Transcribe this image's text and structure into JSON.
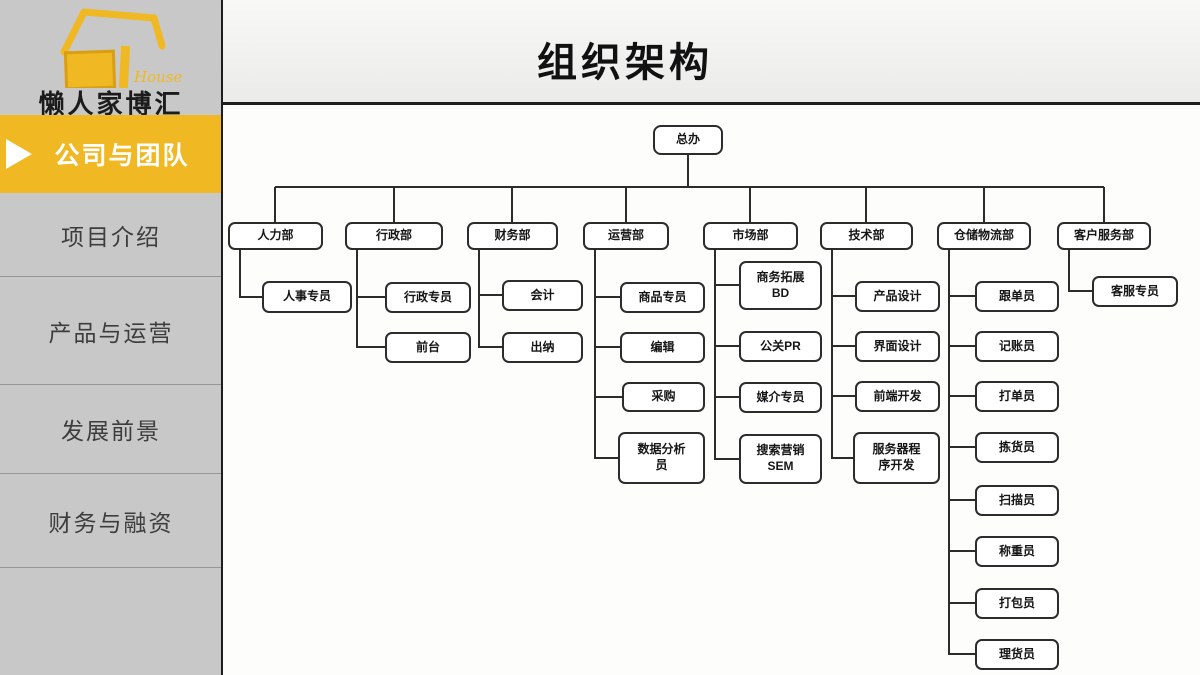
{
  "sidebar": {
    "brand": {
      "name": "懒人家博汇",
      "tagline": "House"
    },
    "active": "公司与团队",
    "items": [
      "项目介绍",
      "产品与运营",
      "发展前景",
      "财务与融资"
    ]
  },
  "header": {
    "title": "组织架构"
  },
  "org": {
    "root": "总办",
    "departments": [
      {
        "name": "人力部",
        "children": [
          "人事专员"
        ]
      },
      {
        "name": "行政部",
        "children": [
          "行政专员",
          "前台"
        ]
      },
      {
        "name": "财务部",
        "children": [
          "会计",
          "出纳"
        ]
      },
      {
        "name": "运营部",
        "children": [
          "商品专员",
          "编辑",
          "采购",
          "数据分析\n员"
        ]
      },
      {
        "name": "市场部",
        "children": [
          "商务拓展\nBD",
          "公关PR",
          "媒介专员",
          "搜索营销\nSEM"
        ]
      },
      {
        "name": "技术部",
        "children": [
          "产品设计",
          "界面设计",
          "前端开发",
          "服务器程\n序开发"
        ]
      },
      {
        "name": "仓储物流部",
        "children": [
          "跟单员",
          "记账员",
          "打单员",
          "拣货员",
          "扫描员",
          "称重员",
          "打包员",
          "理货员"
        ]
      },
      {
        "name": "客户服务部",
        "children": [
          "客服专员"
        ]
      }
    ]
  },
  "colors": {
    "accent_yellow": "#F0B823",
    "sidebar_gray": "#C8C8C8",
    "line_dark": "#2C2C2C"
  }
}
